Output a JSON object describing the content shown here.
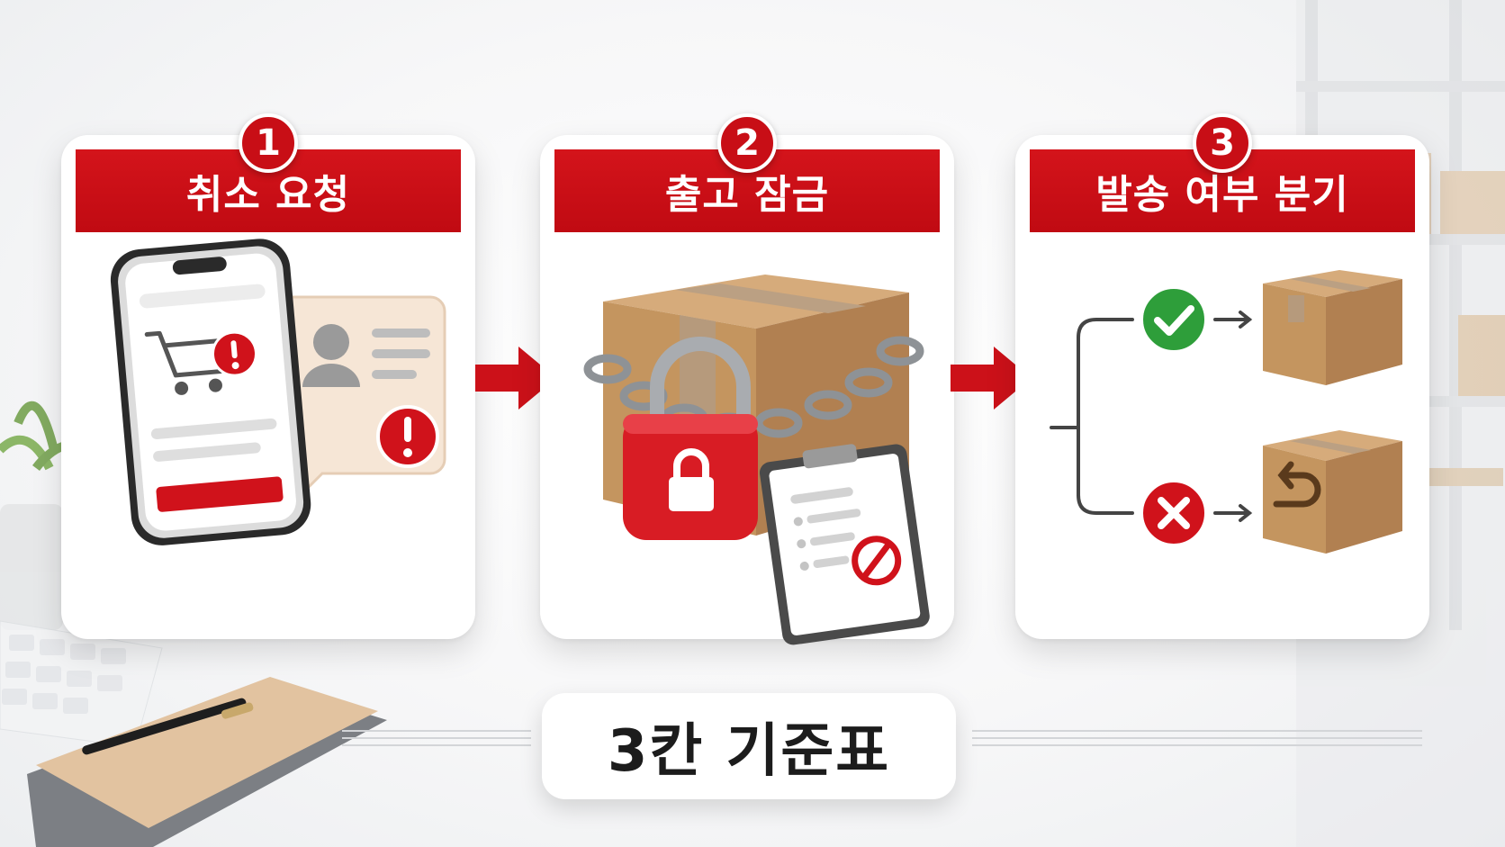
{
  "steps": [
    {
      "number": "1",
      "title": "취소 요청"
    },
    {
      "number": "2",
      "title": "출고 잠금"
    },
    {
      "number": "3",
      "title": "발송 여부 분기"
    }
  ],
  "caption": "3칸 기준표",
  "colors": {
    "accent": "#c80e16",
    "ok": "#2e9e3a",
    "box": "#c79c6c"
  },
  "icons": [
    "cart-icon",
    "alert-icon",
    "user-icon",
    "padlock-icon",
    "chain-icon",
    "clipboard-icon",
    "prohibited-icon",
    "check-icon",
    "x-icon",
    "return-arrow-icon"
  ]
}
